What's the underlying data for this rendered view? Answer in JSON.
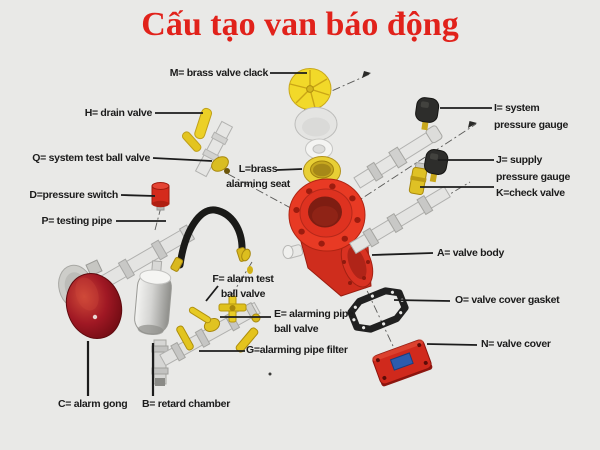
{
  "title": "Cấu tạo van báo động",
  "labels": {
    "m": "M= brass valve clack",
    "h": "H= drain valve",
    "q": "Q= system test ball valve",
    "d": "D=pressure switch",
    "p": "P= testing pipe",
    "l": "L=brass\nalarming seat",
    "f": "F= alarm test\nball valve",
    "e": "E= alarming pipe\nball valve",
    "g": "G=alarming pipe filter",
    "c": "C= alarm gong",
    "b": "B= retard chamber",
    "a": "A= valve body",
    "o": "O= valve cover gasket",
    "n": "N= valve cover",
    "i": "I= system\npressure gauge",
    "j": "J= supply\npressure gauge",
    "k": "K=check valve"
  },
  "parts": [
    {
      "letter": "A",
      "name": "valve body"
    },
    {
      "letter": "B",
      "name": "retard chamber"
    },
    {
      "letter": "C",
      "name": "alarm gong"
    },
    {
      "letter": "D",
      "name": "pressure switch"
    },
    {
      "letter": "E",
      "name": "alarming pipe ball valve"
    },
    {
      "letter": "F",
      "name": "alarm test ball valve"
    },
    {
      "letter": "G",
      "name": "alarming pipe filter"
    },
    {
      "letter": "H",
      "name": "drain valve"
    },
    {
      "letter": "I",
      "name": "system pressure gauge"
    },
    {
      "letter": "J",
      "name": "supply pressure gauge"
    },
    {
      "letter": "K",
      "name": "check valve"
    },
    {
      "letter": "L",
      "name": "brass alarming seat"
    },
    {
      "letter": "M",
      "name": "brass valve clack"
    },
    {
      "letter": "N",
      "name": "valve cover"
    },
    {
      "letter": "O",
      "name": "valve cover gasket"
    },
    {
      "letter": "P",
      "name": "testing pipe"
    },
    {
      "letter": "Q",
      "name": "system test ball valve"
    }
  ],
  "colors": {
    "background": "#e9e9e7",
    "title_red": "#e1221b",
    "label_text": "#1b1b1b",
    "valve_red": "#e83a24",
    "gong_dark_red": "#8c1119",
    "brass_yellow": "#e8cf35",
    "pipe_white": "#e6e6e4",
    "gauge_black": "#2d2d2b",
    "cover_label_blue": "#2c5cae",
    "gasket_black": "#202020",
    "leader_line": "#1c1c1c"
  }
}
